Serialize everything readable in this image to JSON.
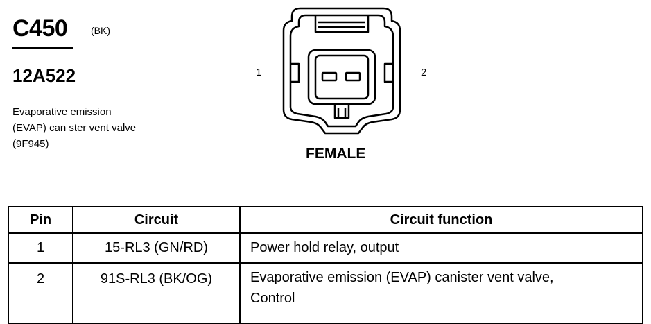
{
  "header": {
    "connector_id": "C450",
    "connector_color": "(BK)",
    "part_number": "12A522",
    "description_lines": [
      "Evaporative emission",
      "(EVAP) can ster vent valve",
      "(9F945)"
    ]
  },
  "diagram": {
    "pin_left_label": "1",
    "pin_right_label": "2",
    "gender_label": "FEMALE"
  },
  "table": {
    "headers": [
      "Pin",
      "Circuit",
      "Circuit function"
    ],
    "rows": [
      {
        "pin": "1",
        "circuit": "15-RL3 (GN/RD)",
        "function_lines": [
          "Power hold relay, output"
        ]
      },
      {
        "pin": "2",
        "circuit": "91S-RL3 (BK/OG)",
        "function_lines": [
          "Evaporative emission (EVAP) canister vent valve,",
          "Control"
        ]
      }
    ]
  }
}
